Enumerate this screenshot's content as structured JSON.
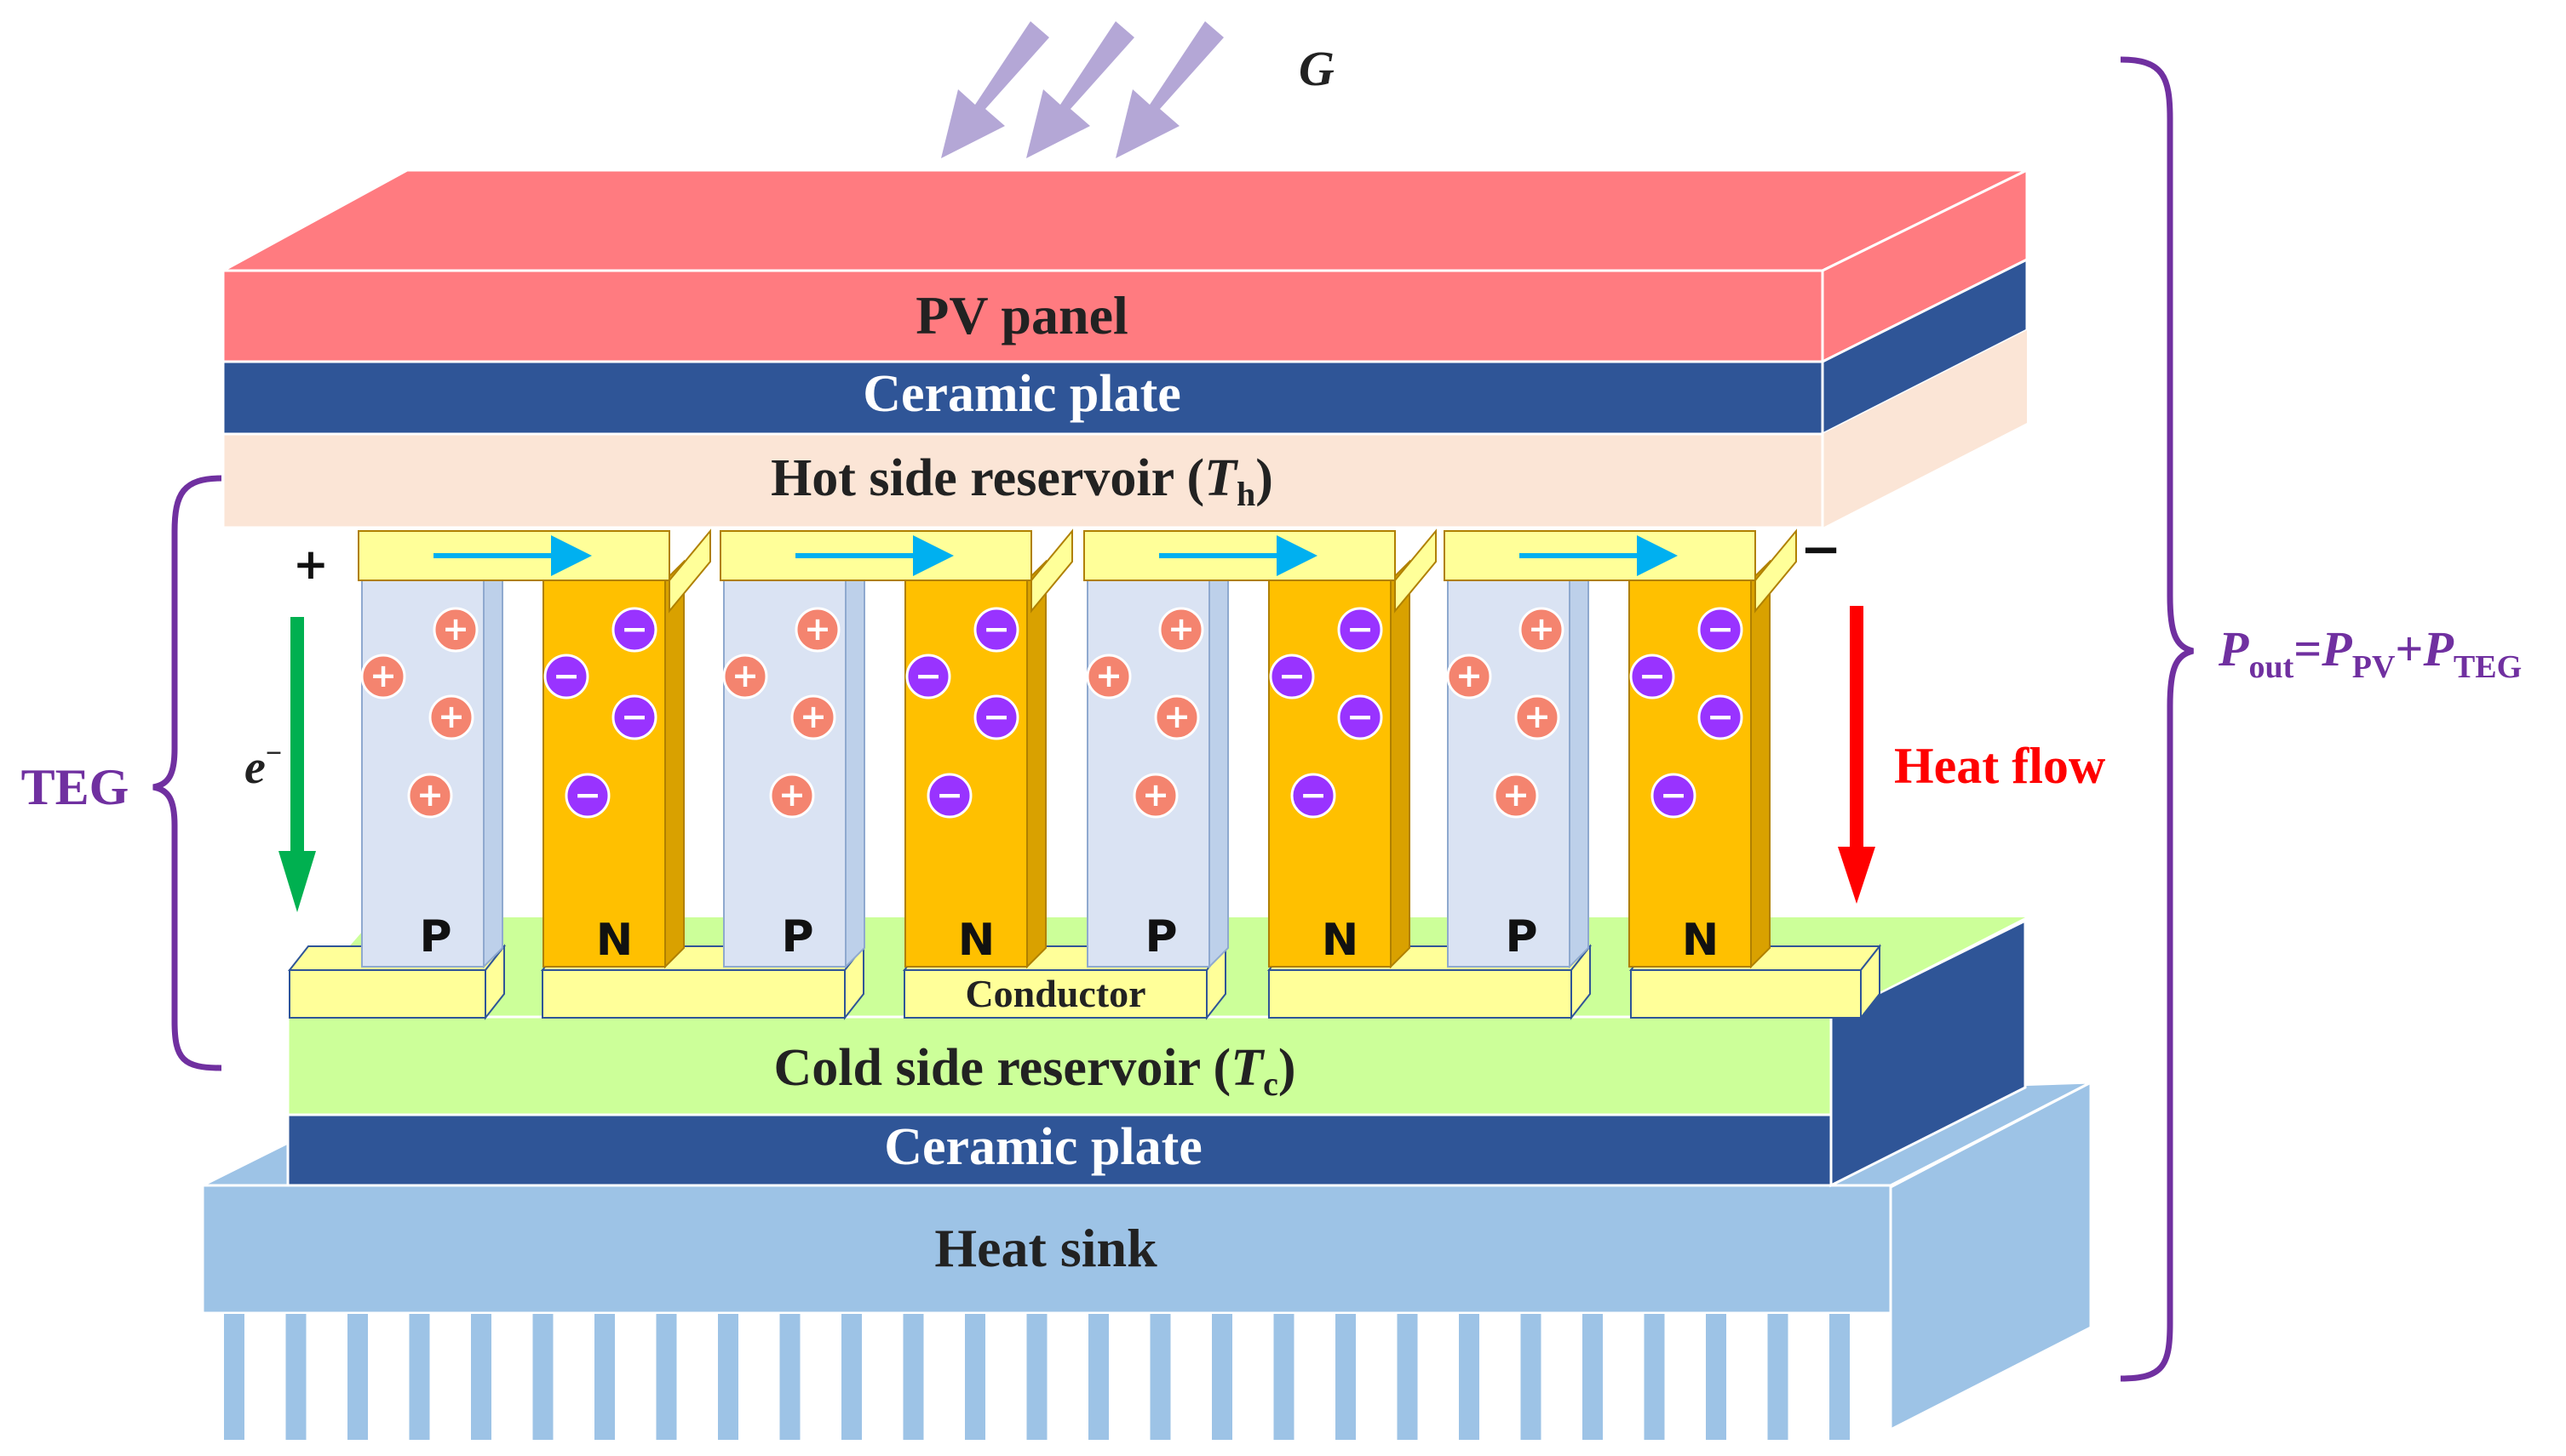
{
  "labels": {
    "irradiance": "G",
    "pv_panel": "PV panel",
    "ceramic_top": "Ceramic plate",
    "hot_reservoir": "Hot side reservoir (",
    "hot_symbol": "T",
    "hot_sub": "h",
    "cold_reservoir": "Cold side reservoir (",
    "cold_symbol": "T",
    "cold_sub": "c",
    "close_paren": ")",
    "ceramic_bottom": "Ceramic plate",
    "heat_sink": "Heat sink",
    "conductor": "Conductor",
    "teg": "TEG",
    "heat_flow": "Heat flow",
    "electron": "e",
    "electron_sup": "−",
    "plus_terminal": "+",
    "minus_terminal": "−",
    "p_leg": "P",
    "n_leg": "N",
    "plus_charge": "+",
    "minus_charge": "−",
    "pout_P": "P",
    "pout_sub": "out",
    "equals": "=",
    "ppv_P": "P",
    "ppv_sub": "PV",
    "plus_sign": "+",
    "pteg_P": "P",
    "pteg_sub": "TEG"
  },
  "colors": {
    "pv_panel": "#ff7b80",
    "ceramic": "#2f5597",
    "hot_reservoir": "#fbe5d6",
    "cold_reservoir": "#ccff99",
    "heat_sink": "#9dc3e6",
    "p_leg": "#dae3f3",
    "n_leg": "#ffc000",
    "conductor": "#ffff99",
    "charge_plus": "#f4846f",
    "charge_minus": "#9933ff",
    "current_arrow": "#00b0f0",
    "electron_arrow": "#00b050",
    "heat_arrow": "#ff0000",
    "brace": "#7030a0",
    "irradiance_arrow": "#b4a7d6"
  }
}
